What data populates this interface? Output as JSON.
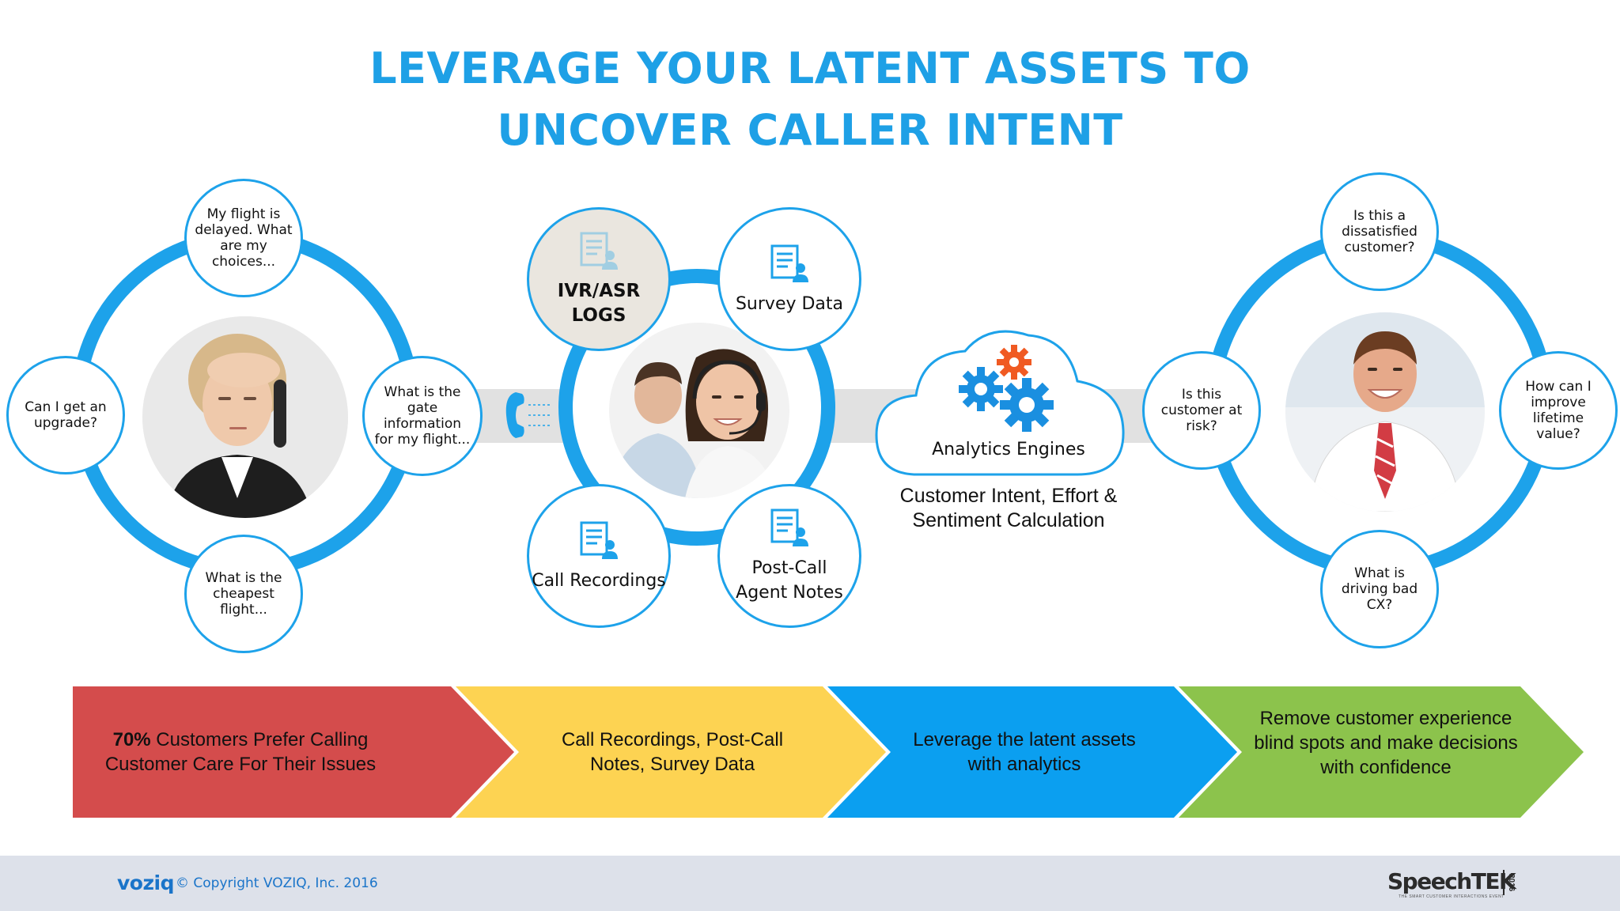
{
  "title": {
    "line1": "LEVERAGE YOUR LATENT ASSETS TO",
    "line2": "UNCOVER CALLER INTENT"
  },
  "left_cycle": {
    "photo": "frustrated-caller-photo",
    "questions": [
      "My flight is delayed. What are my choices...",
      "Can I get an upgrade?",
      "What is the gate information for my flight...",
      "What is the cheapest flight..."
    ]
  },
  "center_cycle": {
    "photo": "call-center-agents-photo",
    "sources": [
      {
        "label": "IVR/ASR LOGS",
        "icon": "document-user-icon"
      },
      {
        "label": "Survey Data",
        "icon": "document-user-icon"
      },
      {
        "label": "Call Recordings",
        "icon": "document-user-icon"
      },
      {
        "label": "Post-Call Agent Notes",
        "icon": "document-user-icon"
      }
    ]
  },
  "analytics": {
    "label": "Analytics Engines",
    "caption": "Customer Intent, Effort & Sentiment Calculation",
    "icon": "gears-icon"
  },
  "right_cycle": {
    "photo": "smiling-businessman-photo",
    "questions": [
      "Is this a dissatisfied customer?",
      "Is this customer at risk?",
      "How can I improve lifetime value?",
      "What is driving bad CX?"
    ]
  },
  "chevrons": [
    {
      "bold": "70%",
      "text": " Customers Prefer Calling Customer Care For Their Issues",
      "color": "#d44c4c"
    },
    {
      "text": "Call Recordings, Post-Call Notes, Survey Data",
      "color": "#fdd352"
    },
    {
      "text": "Leverage the latent assets with analytics",
      "color": "#0b9ff0"
    },
    {
      "text": "Remove customer experience blind spots and make decisions with confidence",
      "color": "#8cc34c"
    }
  ],
  "footer": {
    "logo": "voziq",
    "copyright": "© Copyright VOZIQ, Inc. 2016",
    "event_logo": "SpeechTEK",
    "event_year": "2016",
    "event_tagline": "THE SMART CUSTOMER INTERACTIONS EVENT"
  },
  "colors": {
    "accent_blue": "#1da2ea",
    "title_blue": "#1ea0e6",
    "gear_blue": "#1a8fe0",
    "gear_orange": "#f05a22"
  }
}
